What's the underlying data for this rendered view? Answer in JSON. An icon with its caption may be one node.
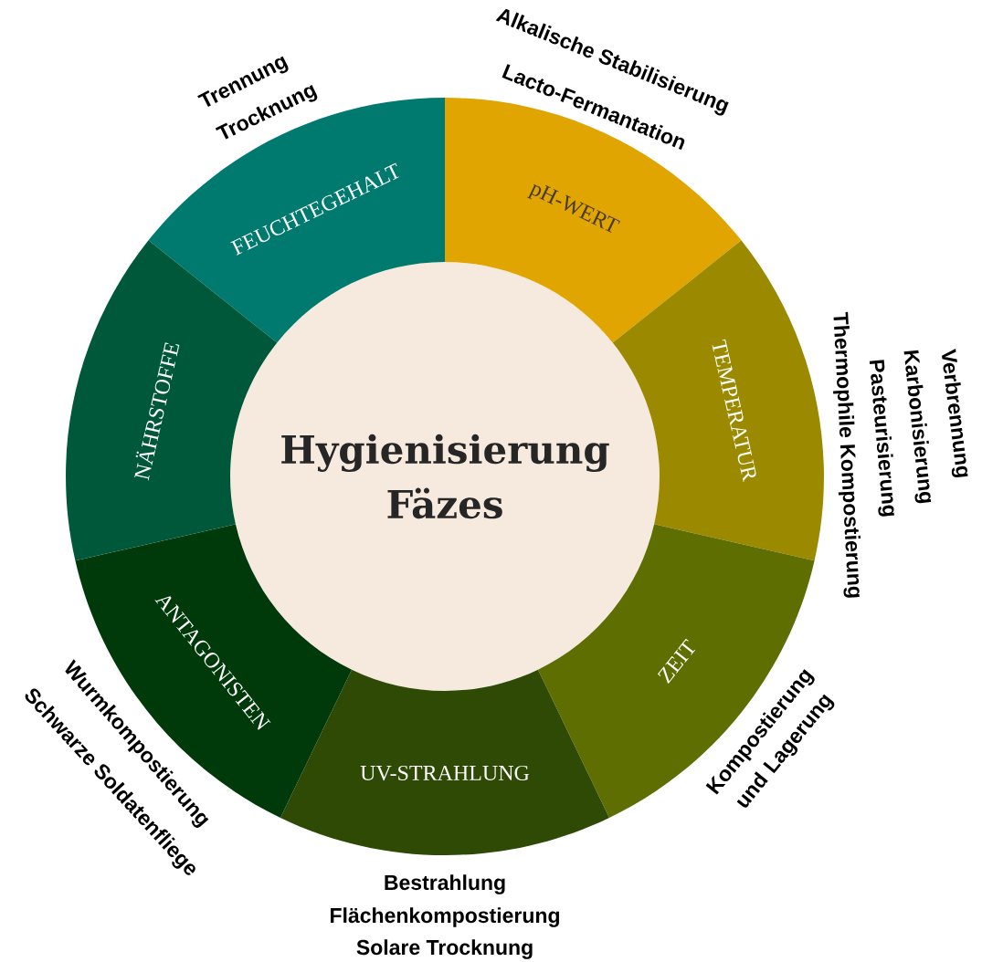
{
  "diagram": {
    "nodes": [
      {
        "text": [
          "Hygienisierung Fäzes"
        ]
      },
      {
        "text": [
          "FEUCHTEGEHALT"
        ],
        "beside": [
          "Trennung",
          "Trocknung"
        ]
      },
      {
        "text": [
          "pH-WERT"
        ],
        "beside": [
          "Alkalische Stabilisierung",
          "Lacto-Fermantation"
        ]
      },
      {
        "text": [
          "TEMPERATUR"
        ],
        "beside": [
          "Verbrennung",
          "Karbonisierung",
          "Pasteurisierung",
          "Thermophile Kompostierung"
        ]
      },
      {
        "text": [
          "ZEIT"
        ],
        "beside": [
          "Kompostierung und Lagerung"
        ]
      },
      {
        "text": [
          "UV-STRAHLUNG"
        ],
        "beside": [
          "Bestrahlung",
          "Flächenkompostierung",
          "Solare Trocknung"
        ]
      },
      {
        "text": [
          "ANTAGONISTEN"
        ],
        "beside": [
          "Wurmkompostierung",
          "Schwarze Soldatenfliege"
        ]
      },
      {
        "text": [
          "NÄHRSTOFFE"
        ]
      }
    ]
  }
}
